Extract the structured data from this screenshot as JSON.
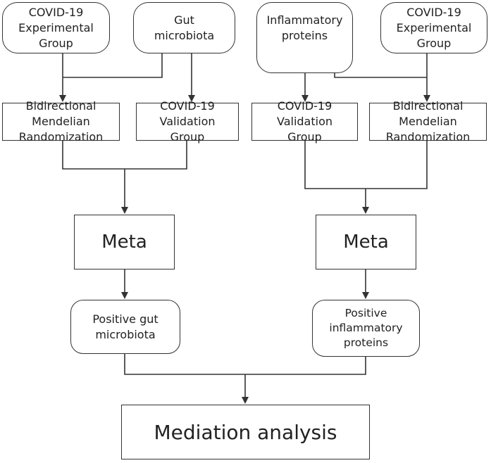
{
  "nodes": {
    "covid_exp_left": "COVID-19\nExperimental\nGroup",
    "gut_microbiota": "Gut\nmicrobiota",
    "inflammatory_proteins": "Inflammatory\nproteins",
    "covid_exp_right": "COVID-19\nExperimental\nGroup",
    "bidir_mr_left": "Bidirectional\nMendelian\nRandomization",
    "covid_val_left": "COVID-19\nValidation\nGroup",
    "covid_val_right": "COVID-19\nValidation\nGroup",
    "bidir_mr_right": "Bidirectional\nMendelian\nRandomization",
    "meta_left": "Meta",
    "meta_right": "Meta",
    "positive_gut": "Positive gut\nmicrobiota",
    "positive_inflam": "Positive\ninflammatory\nproteins",
    "mediation": "Mediation analysis"
  },
  "colors": {
    "stroke": "#333333",
    "text": "#222222",
    "background": "#ffffff"
  }
}
